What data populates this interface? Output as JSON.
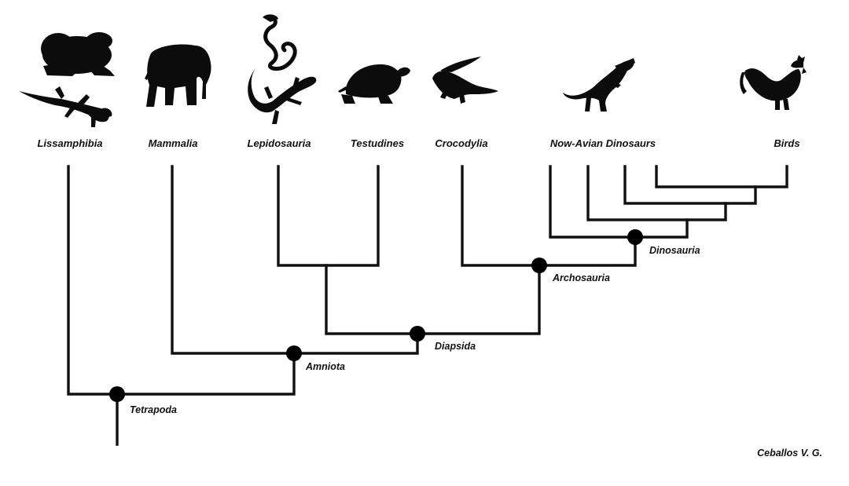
{
  "diagram": {
    "type": "cladogram",
    "taxa": [
      {
        "label": "Lissamphibia",
        "icons": [
          "frog-icon",
          "salamander-icon"
        ]
      },
      {
        "label": "Mammalia",
        "icons": [
          "elephant-icon"
        ]
      },
      {
        "label": "Lepidosauria",
        "icons": [
          "snake-icon",
          "lizard-icon"
        ]
      },
      {
        "label": "Testudines",
        "icons": [
          "turtle-icon"
        ]
      },
      {
        "label": "Crocodylia",
        "icons": [
          "crocodile-icon"
        ]
      },
      {
        "label": "Now-Avian Dinosaurs",
        "icons": [
          "theropod-dinosaur-icon"
        ]
      },
      {
        "label": "Birds",
        "icons": [
          "rooster-icon"
        ]
      }
    ],
    "clades": [
      {
        "label": "Tetrapoda"
      },
      {
        "label": "Amniota"
      },
      {
        "label": "Diapsida"
      },
      {
        "label": "Archosauria"
      },
      {
        "label": "Dinosauria"
      }
    ],
    "credit": "Ceballos V. G.",
    "colors": {
      "line": "#111111",
      "node": "#000000",
      "background": "#ffffff"
    }
  }
}
